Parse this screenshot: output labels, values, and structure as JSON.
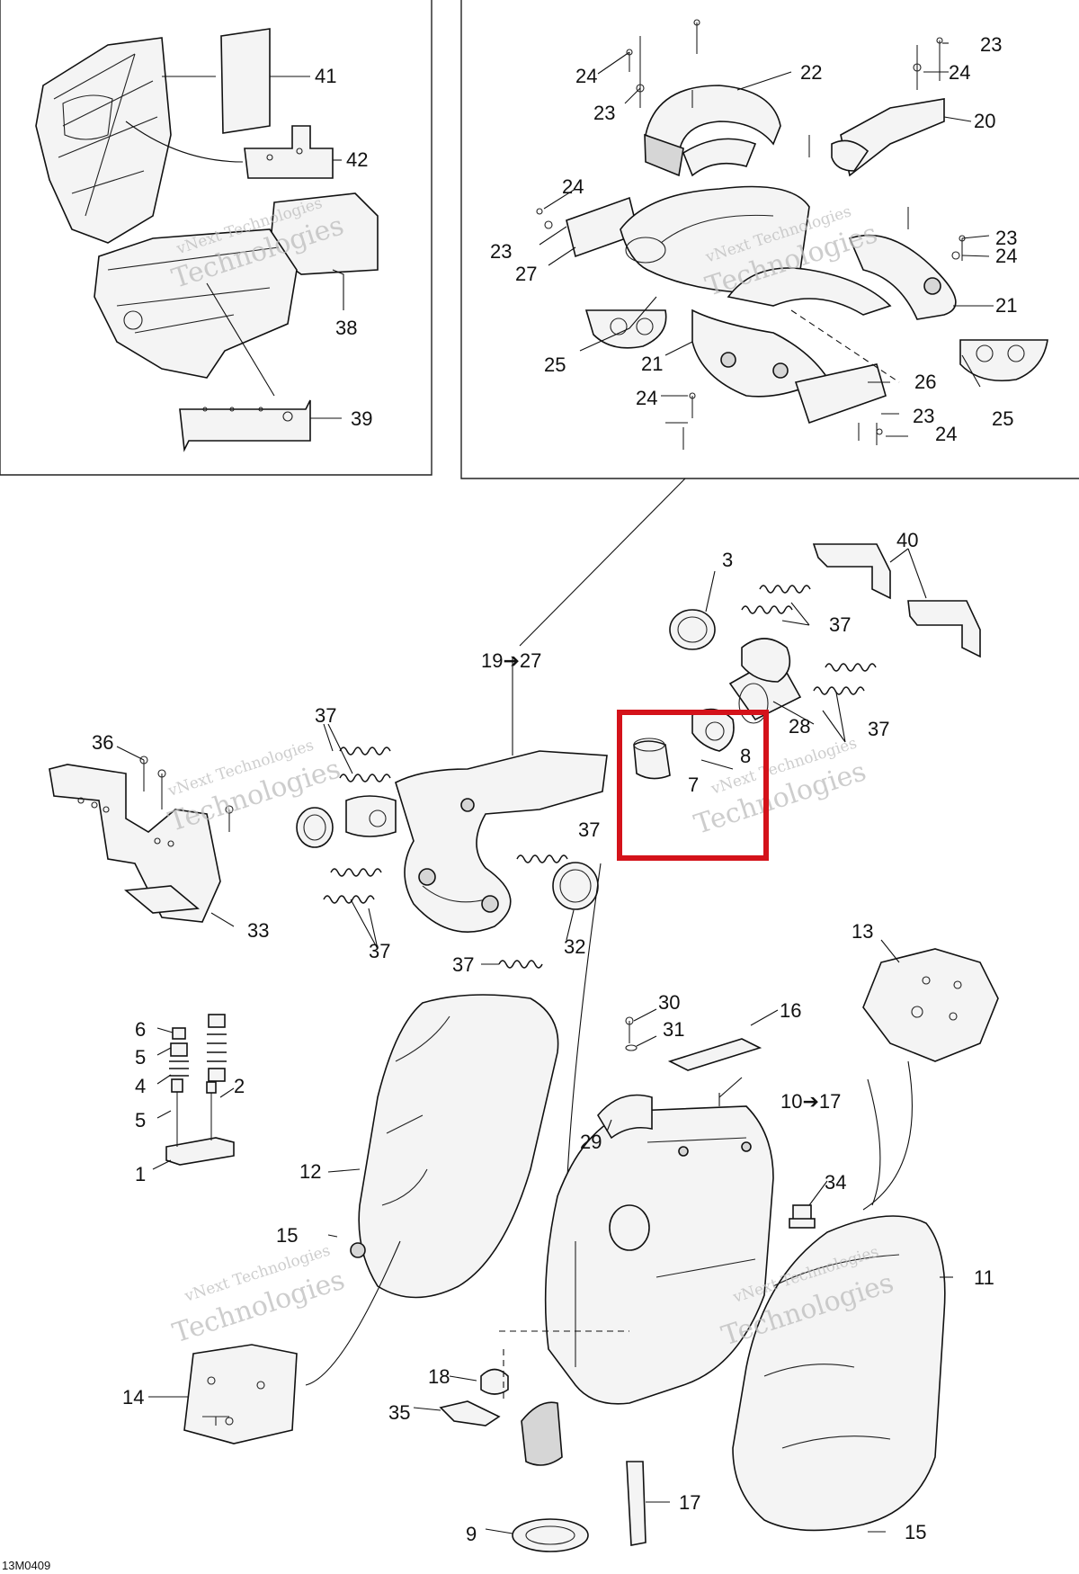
{
  "figure_code": "13M0409",
  "watermark": {
    "line1": "vNext Technologies",
    "line2": "Technologies"
  },
  "highlight_color": "#d4121a",
  "callouts": [
    "1",
    "2",
    "3",
    "4",
    "5",
    "5",
    "6",
    "7",
    "8",
    "9",
    "10➔17",
    "11",
    "12",
    "13",
    "14",
    "15",
    "15",
    "16",
    "17",
    "18",
    "19➔27",
    "20",
    "21",
    "21",
    "22",
    "23",
    "23",
    "23",
    "23",
    "23",
    "24",
    "24",
    "24",
    "24",
    "24",
    "24",
    "25",
    "25",
    "26",
    "27",
    "28",
    "29",
    "30",
    "31",
    "32",
    "33",
    "34",
    "35",
    "36",
    "37",
    "37",
    "37",
    "37",
    "37",
    "37",
    "38",
    "39",
    "40",
    "41",
    "42"
  ]
}
